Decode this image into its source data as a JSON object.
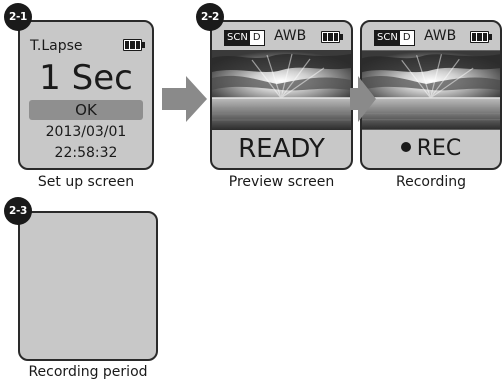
{
  "steps": {
    "setup": {
      "badge": "2-1",
      "caption": "Set up screen",
      "mode": "T.Lapse",
      "interval": "1 Sec",
      "ok": "OK",
      "date": "2013/03/01",
      "time": "22:58:32"
    },
    "preview": {
      "badge": "2-2",
      "caption": "Preview screen",
      "scn": "SCN",
      "scn_value": "D",
      "awb": "AWB",
      "status": "READY"
    },
    "recording": {
      "caption": "Recording",
      "scn": "SCN",
      "scn_value": "D",
      "awb": "AWB",
      "status": "REC"
    },
    "period": {
      "badge": "2-3",
      "caption": "Recording period"
    }
  },
  "icons": [
    "battery-icon",
    "arrow-right-icon",
    "record-dot-icon"
  ],
  "colors": {
    "screen_bg": "#c8c8c8",
    "ok_bar": "#8f8f8f",
    "badge": "#1a1a1a",
    "arrow": "#8a8a8a"
  }
}
